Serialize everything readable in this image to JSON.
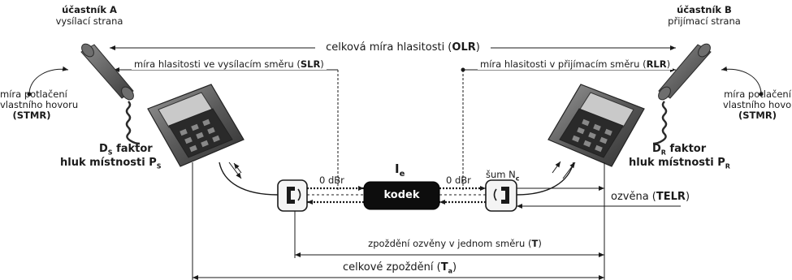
{
  "participant_a": {
    "title": "účastník A",
    "subtitle": "vysílací strana",
    "stmr_line1": "míra potlačení",
    "stmr_line2": "vlastního hovoru",
    "stmr_abbr": "(STMR)",
    "factor_line1_sym": "D",
    "factor_line1_sub": "S",
    "factor_line1_text": " faktor",
    "factor_line2_text": "hluk místnosti P",
    "factor_line2_sub": "S"
  },
  "participant_b": {
    "title": "účastník B",
    "subtitle": "přijímací strana",
    "stmr_line1": "míra potlačení",
    "stmr_line2": "vlastního hovoru",
    "stmr_abbr": "(STMR)",
    "factor_line1_sym": "D",
    "factor_line1_sub": "R",
    "factor_line1_text": " faktor",
    "factor_line2_text": "hluk místnosti P",
    "factor_line2_sub": "R"
  },
  "labels": {
    "olr_text": "celková míra hlasitosti (",
    "olr_abbr": "OLR",
    "slr_text": "míra hlasitosti ve vysílacím směru (",
    "slr_abbr": "SLR",
    "rlr_text": "míra hlasitosti v přijímacím směru (",
    "rlr_abbr": "RLR",
    "close_paren": ")",
    "ie_sym": "I",
    "ie_sub": "e",
    "codec": "kodek",
    "dbr_left": "0 dBr",
    "dbr_right": "0 dBr",
    "noise_text": "šum N",
    "noise_sub": "c",
    "echo_text": "ozvěna (",
    "echo_abbr": "TELR",
    "delay_one_way_text": "zpoždění ozvěny v jednom směru (",
    "delay_one_way_abbr": "T",
    "delay_total_text": "celkové zpoždění (",
    "delay_total_abbr": "T",
    "delay_total_sub": "a"
  }
}
